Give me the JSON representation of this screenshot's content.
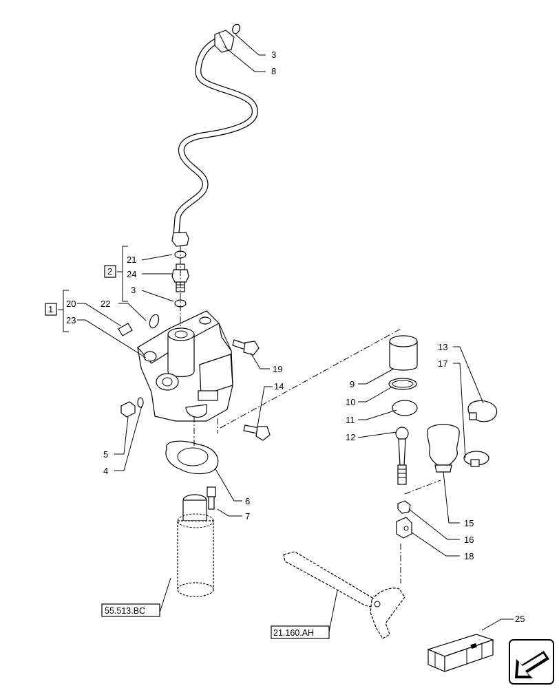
{
  "callouts": {
    "c1": "1",
    "c2": "2",
    "c3a": "3",
    "c3b": "3",
    "c4": "4",
    "c5": "5",
    "c6": "6",
    "c7": "7",
    "c8": "8",
    "c9": "9",
    "c10": "10",
    "c11": "11",
    "c12": "12",
    "c13": "13",
    "c14": "14",
    "c15": "15",
    "c16": "16",
    "c17": "17",
    "c18": "18",
    "c19": "19",
    "c20": "20",
    "c21": "21",
    "c22": "22",
    "c23": "23",
    "c24": "24",
    "c25": "25"
  },
  "references": {
    "ref_left": "55.513.BC",
    "ref_mid": "21.160.AH"
  },
  "icons": {
    "nav": "arrow-down-left-icon",
    "kit": "parts-crate-icon"
  }
}
